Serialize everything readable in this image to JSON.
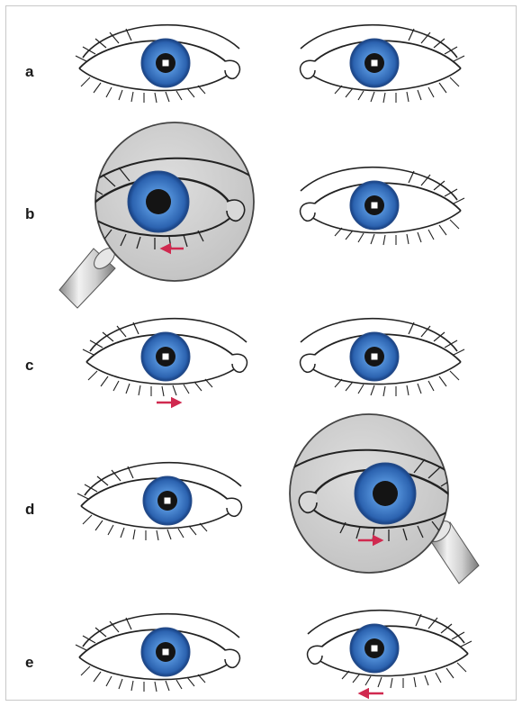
{
  "figure": {
    "rows": [
      {
        "label": "a",
        "left_eye": {
          "magnified": false,
          "arrow": "none"
        },
        "right_eye": {
          "magnified": false,
          "arrow": "none"
        }
      },
      {
        "label": "b",
        "left_eye": {
          "magnified": true,
          "arrow": "left"
        },
        "right_eye": {
          "magnified": false,
          "arrow": "none"
        }
      },
      {
        "label": "c",
        "left_eye": {
          "magnified": false,
          "arrow": "right"
        },
        "right_eye": {
          "magnified": false,
          "arrow": "none"
        }
      },
      {
        "label": "d",
        "left_eye": {
          "magnified": false,
          "arrow": "none"
        },
        "right_eye": {
          "magnified": true,
          "arrow": "right"
        }
      },
      {
        "label": "e",
        "left_eye": {
          "magnified": false,
          "arrow": "none"
        },
        "right_eye": {
          "magnified": false,
          "arrow": "left"
        }
      }
    ],
    "colors": {
      "iris": "#3f7fc9",
      "iris_dark": "#1f4f98",
      "pupil": "#141414",
      "arrow": "#d0294f",
      "magnifier_lens": "#d3d3d3",
      "handle": "#a8a8a8",
      "frame_border": "#c8c8c8"
    },
    "icons": [
      "eye-icon",
      "magnifier-icon",
      "arrow-left-icon",
      "arrow-right-icon"
    ]
  }
}
